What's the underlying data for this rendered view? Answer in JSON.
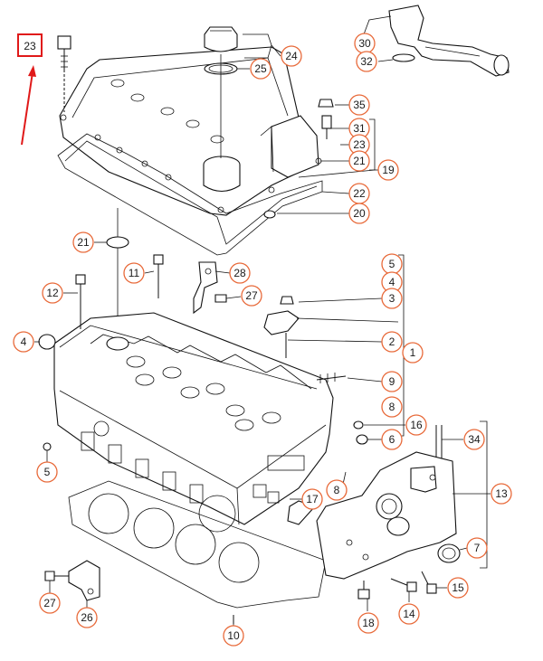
{
  "highlight_color": "#e01919",
  "bubble_color": "#e86a3a",
  "callouts": {
    "c23a": "23",
    "c24": "24",
    "c25": "25",
    "c30": "30",
    "c32": "32",
    "c35": "35",
    "c31": "31",
    "c23b": "23",
    "c21a": "21",
    "c19": "19",
    "c22": "22",
    "c20": "20",
    "c21b": "21",
    "c28": "28",
    "c11": "11",
    "c27a": "27",
    "c12": "12",
    "c5a": "5",
    "c4b": "4",
    "c3": "3",
    "c4a": "4",
    "c2": "2",
    "c1": "1",
    "c9": "9",
    "c8a": "8",
    "c16": "16",
    "c6": "6",
    "c34": "34",
    "c5b": "5",
    "c8b": "8",
    "c17": "17",
    "c13": "13",
    "c7": "7",
    "c15": "15",
    "c27b": "27",
    "c26": "26",
    "c18": "18",
    "c14": "14",
    "c10": "10"
  }
}
